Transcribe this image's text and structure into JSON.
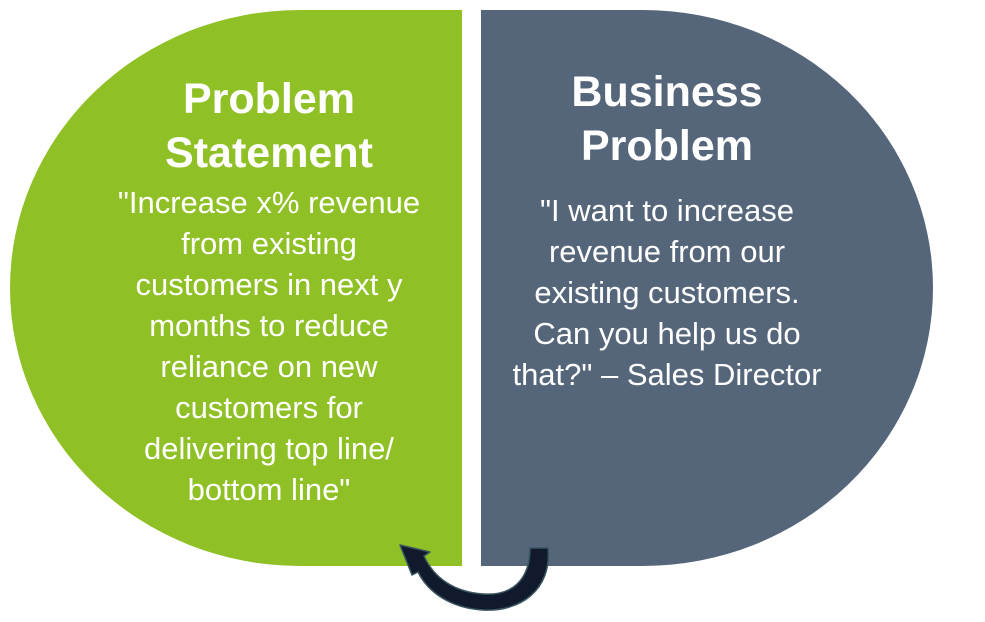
{
  "left_panel": {
    "title": "Problem\nStatement",
    "text": "\"Increase x% revenue\nfrom existing\ncustomers in next y\nmonths to reduce\nreliance on new\ncustomers for\ndelivering top line/\nbottom line\"",
    "color": "#8fc026"
  },
  "right_panel": {
    "title": "Business\nProblem",
    "text": "\"I want to increase\nrevenue from our\nexisting customers.\nCan you help us do\nthat?\" – Sales Director",
    "color": "#56667a"
  },
  "connector": {
    "icon": "curved-arrow-icon",
    "color": "#111a2c"
  }
}
